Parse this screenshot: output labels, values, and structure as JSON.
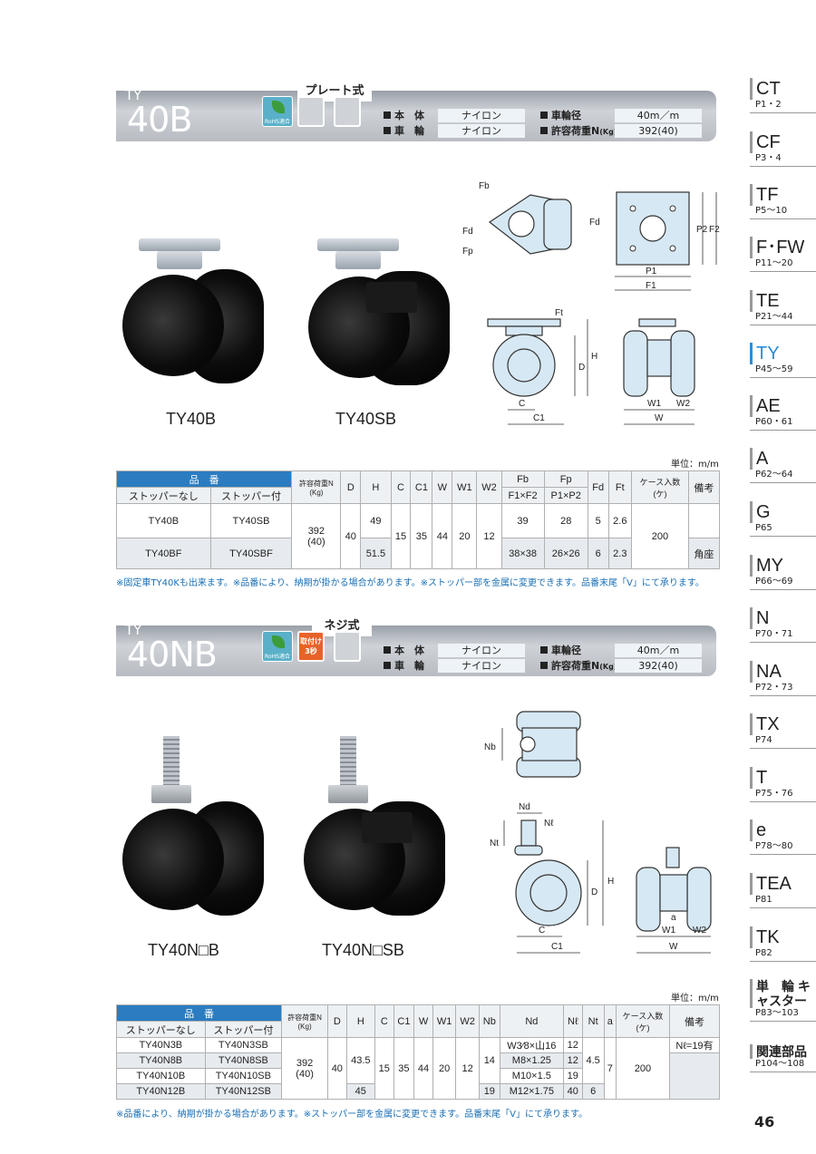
{
  "section1": {
    "series": "TY",
    "model": "40B",
    "type": "プレート式",
    "rohs": "RoHS適合",
    "specs": [
      {
        "label": "本　体",
        "value": "ナイロン"
      },
      {
        "label": "車　輪",
        "value": "ナイロン"
      },
      {
        "label": "車輪径",
        "value": "40m／m"
      },
      {
        "label": "許容荷重N",
        "unit": "(Kg)",
        "value": "392(40)"
      }
    ],
    "photo_captions": [
      "TY40B",
      "TY40SB"
    ],
    "drawing_labels": [
      "Fb",
      "Fd",
      "Fp",
      "Fd",
      "P2",
      "F2",
      "P1",
      "F1",
      "Ft",
      "D",
      "H",
      "C",
      "C1",
      "W1",
      "W2",
      "W"
    ],
    "unit": "単位：m/m",
    "table": {
      "header_top": "品　番",
      "header_cols": [
        "許容荷重N",
        "(Kg)",
        "D",
        "H",
        "C",
        "C1",
        "W",
        "W1",
        "W2",
        "Fb",
        "Fp",
        "Fd",
        "Ft",
        "ケース入数",
        "(ケ)",
        "備考"
      ],
      "sub_cols": [
        "ストッパーなし",
        "ストッパー付",
        "F1×F2",
        "P1×P2"
      ],
      "rows": [
        {
          "a": "TY40B",
          "b": "TY40SB",
          "H": "49",
          "Fb": "39",
          "Fp": "28",
          "Fd": "5",
          "Ft": "2.6",
          "note": ""
        },
        {
          "a": "TY40BF",
          "b": "TY40SBF",
          "H": "51.5",
          "Fb": "38×38",
          "Fp": "26×26",
          "Fd": "6",
          "Ft": "2.3",
          "note": "角座"
        }
      ],
      "shared": {
        "load": "392",
        "load_kg": "(40)",
        "D": "40",
        "C": "15",
        "C1": "35",
        "W": "44",
        "W1": "20",
        "W2": "12",
        "case": "200"
      }
    },
    "note": "※固定車TY40Kも出来ます。※品番により、納期が掛かる場合があります。※ストッパー部を金属に変更できます。品番末尾「V」にて承ります。"
  },
  "section2": {
    "series": "TY",
    "model": "40NB",
    "type": "ネジ式",
    "rohs": "RoHS適合",
    "badge": "取付け3秒",
    "specs": [
      {
        "label": "本　体",
        "value": "ナイロン"
      },
      {
        "label": "車　輪",
        "value": "ナイロン"
      },
      {
        "label": "車輪径",
        "value": "40m／m"
      },
      {
        "label": "許容荷重N",
        "unit": "(Kg)",
        "value": "392(40)"
      }
    ],
    "photo_captions": [
      "TY40N□B",
      "TY40N□SB"
    ],
    "drawing_labels": [
      "Nb",
      "Nd",
      "Nℓ",
      "Nt",
      "D",
      "H",
      "C",
      "C1",
      "a",
      "W1",
      "W2",
      "W"
    ],
    "unit": "単位：m/m",
    "table": {
      "header_top": "品　番",
      "header_cols": [
        "許容荷重N",
        "(Kg)",
        "D",
        "H",
        "C",
        "C1",
        "W",
        "W1",
        "W2",
        "Nb",
        "Nd",
        "Nℓ",
        "Nt",
        "a",
        "ケース入数",
        "(ケ)",
        "備考"
      ],
      "sub_cols": [
        "ストッパーなし",
        "ストッパー付"
      ],
      "rows": [
        {
          "a": "TY40N3B",
          "b": "TY40N3SB",
          "Nd": "W3⁄8×山16",
          "Nl": "12",
          "note": "Nℓ=19有"
        },
        {
          "a": "TY40N8B",
          "b": "TY40N8SB",
          "Nd": "M8×1.25",
          "Nl": "12",
          "note": ""
        },
        {
          "a": "TY40N10B",
          "b": "TY40N10SB",
          "Nd": "M10×1.5",
          "Nl": "19",
          "note": ""
        },
        {
          "a": "TY40N12B",
          "b": "TY40N12SB",
          "Nd": "M12×1.75",
          "Nl": "40",
          "note": ""
        }
      ],
      "shared": {
        "load": "392",
        "load_kg": "(40)",
        "D": "40",
        "H1": "43.5",
        "H2": "45",
        "C": "15",
        "C1": "35",
        "W": "44",
        "W1": "20",
        "W2": "12",
        "Nb1": "14",
        "Nb2": "19",
        "Nt1": "4.5",
        "Nt2": "6",
        "a": "7",
        "case": "200"
      }
    },
    "note": "※品番により、納期が掛かる場合があります。※ストッパー部を金属に変更できます。品番末尾「V」にて承ります。"
  },
  "sidebar": [
    {
      "label": "CT",
      "pages": "P1・2"
    },
    {
      "label": "CF",
      "pages": "P3・4"
    },
    {
      "label": "TF",
      "pages": "P5〜10"
    },
    {
      "label": "F･FW",
      "pages": "P11〜20"
    },
    {
      "label": "TE",
      "pages": "P21〜44"
    },
    {
      "label": "TY",
      "pages": "P45〜59",
      "active": true
    },
    {
      "label": "AE",
      "pages": "P60・61"
    },
    {
      "label": "A",
      "pages": "P62〜64"
    },
    {
      "label": "G",
      "pages": "P65"
    },
    {
      "label": "MY",
      "pages": "P66〜69"
    },
    {
      "label": "N",
      "pages": "P70・71"
    },
    {
      "label": "NA",
      "pages": "P72・73"
    },
    {
      "label": "TX",
      "pages": "P74"
    },
    {
      "label": "T",
      "pages": "P75・76"
    },
    {
      "label": "e",
      "pages": "P78〜80"
    },
    {
      "label": "TEA",
      "pages": "P81"
    },
    {
      "label": "TK",
      "pages": "P82"
    },
    {
      "label": "単　輪 キャスター",
      "pages": "P83〜103"
    },
    {
      "label": "関連部品",
      "pages": "P104〜108"
    }
  ],
  "page_number": "46",
  "colors": {
    "accent": "#2b8ed6",
    "table_header": "#2b7cc0",
    "badge": "#e8622a",
    "rohs": "#5ab0c8"
  }
}
